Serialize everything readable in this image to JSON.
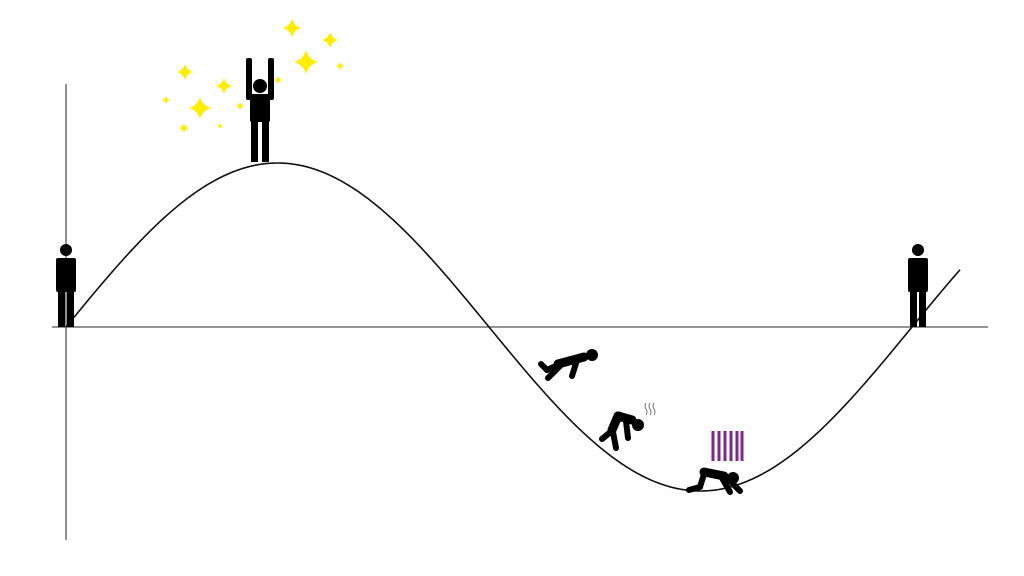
{
  "diagram": {
    "type": "mood-wave",
    "colors": {
      "curve": "#111111",
      "axis": "#555555",
      "figure": "#000000",
      "sparkle": "#ffee00",
      "gloom": "#7a2a8a"
    },
    "figures": [
      {
        "pose": "standing",
        "stage": "start"
      },
      {
        "pose": "cheering",
        "stage": "peak",
        "effect": "sparkles"
      },
      {
        "pose": "stumbling",
        "stage": "descent"
      },
      {
        "pose": "hunched",
        "stage": "low",
        "effect": "sweat"
      },
      {
        "pose": "kneeling-down",
        "stage": "trough",
        "effect": "gloom-lines"
      },
      {
        "pose": "standing",
        "stage": "recovery"
      }
    ]
  }
}
